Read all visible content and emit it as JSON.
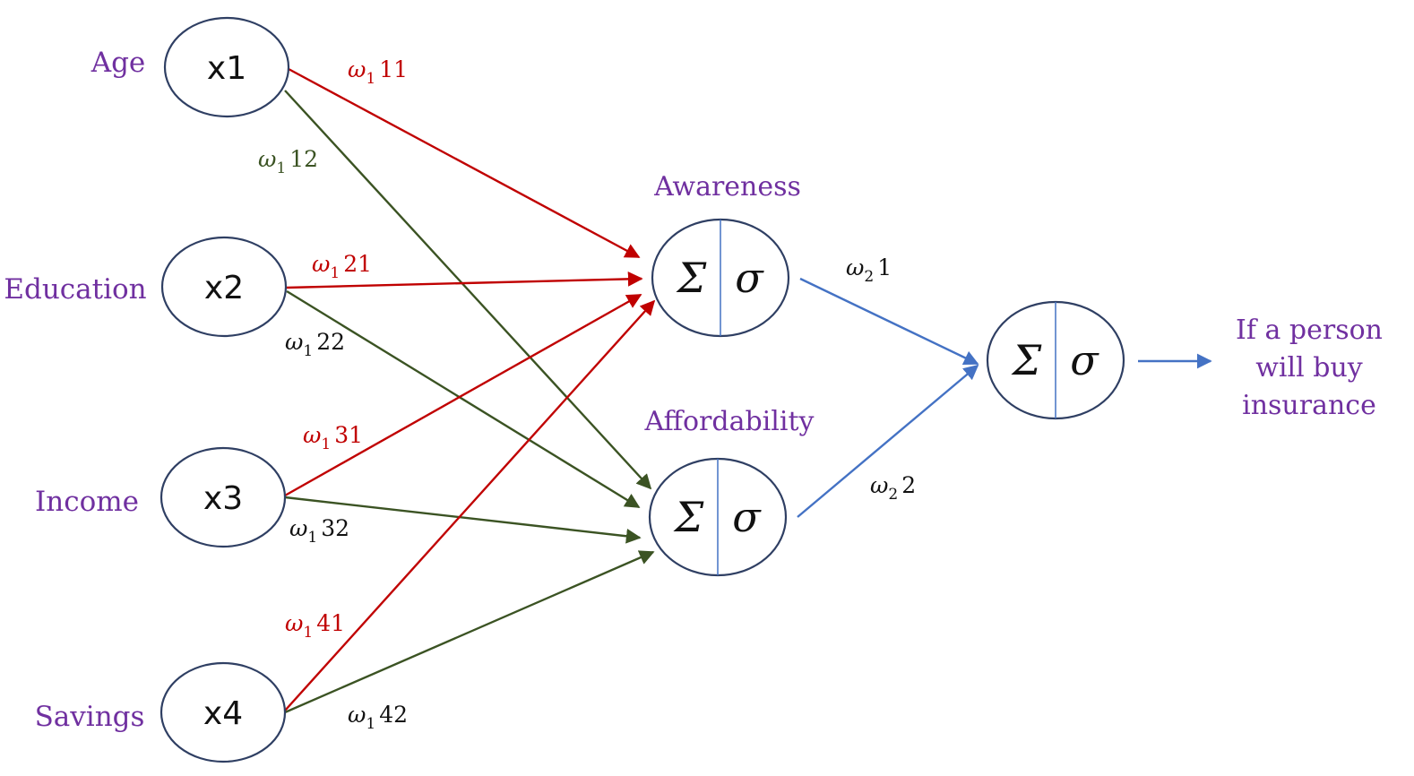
{
  "colors": {
    "red": "#c00000",
    "green": "#3b5323",
    "blue": "#4472c4",
    "purple": "#7030a0",
    "black": "#111111"
  },
  "inputs": [
    {
      "id": "x1",
      "label": "x1",
      "feature": "Age"
    },
    {
      "id": "x2",
      "label": "x2",
      "feature": "Education"
    },
    {
      "id": "x3",
      "label": "x3",
      "feature": "Income"
    },
    {
      "id": "x4",
      "label": "x4",
      "feature": "Savings"
    }
  ],
  "hidden": [
    {
      "id": "h1",
      "label": "Awareness",
      "sum": "Σ",
      "act": "σ"
    },
    {
      "id": "h2",
      "label": "Affordability",
      "sum": "Σ",
      "act": "σ"
    }
  ],
  "output": {
    "id": "o",
    "sum": "Σ",
    "act": "σ",
    "label_lines": [
      "If a person",
      "will buy",
      "insurance"
    ]
  },
  "edges": [
    {
      "from": "x1",
      "to": "h1",
      "color": "red",
      "weight": {
        "omega": "ω",
        "sub": "1",
        "idx": "11"
      }
    },
    {
      "from": "x1",
      "to": "h2",
      "color": "green",
      "weight": {
        "omega": "ω",
        "sub": "1",
        "idx": "12"
      }
    },
    {
      "from": "x2",
      "to": "h1",
      "color": "red",
      "weight": {
        "omega": "ω",
        "sub": "1",
        "idx": "21"
      }
    },
    {
      "from": "x2",
      "to": "h2",
      "color": "green",
      "weight": {
        "omega": "ω",
        "sub": "1",
        "idx": "22"
      }
    },
    {
      "from": "x3",
      "to": "h1",
      "color": "red",
      "weight": {
        "omega": "ω",
        "sub": "1",
        "idx": "31"
      }
    },
    {
      "from": "x3",
      "to": "h2",
      "color": "green",
      "weight": {
        "omega": "ω",
        "sub": "1",
        "idx": "32"
      }
    },
    {
      "from": "x4",
      "to": "h1",
      "color": "red",
      "weight": {
        "omega": "ω",
        "sub": "1",
        "idx": "41"
      }
    },
    {
      "from": "x4",
      "to": "h2",
      "color": "green",
      "weight": {
        "omega": "ω",
        "sub": "1",
        "idx": "42"
      }
    },
    {
      "from": "h1",
      "to": "o",
      "color": "blue",
      "weight": {
        "omega": "ω",
        "sub": "2",
        "idx": "1"
      }
    },
    {
      "from": "h2",
      "to": "o",
      "color": "blue",
      "weight": {
        "omega": "ω",
        "sub": "2",
        "idx": "2"
      }
    }
  ]
}
